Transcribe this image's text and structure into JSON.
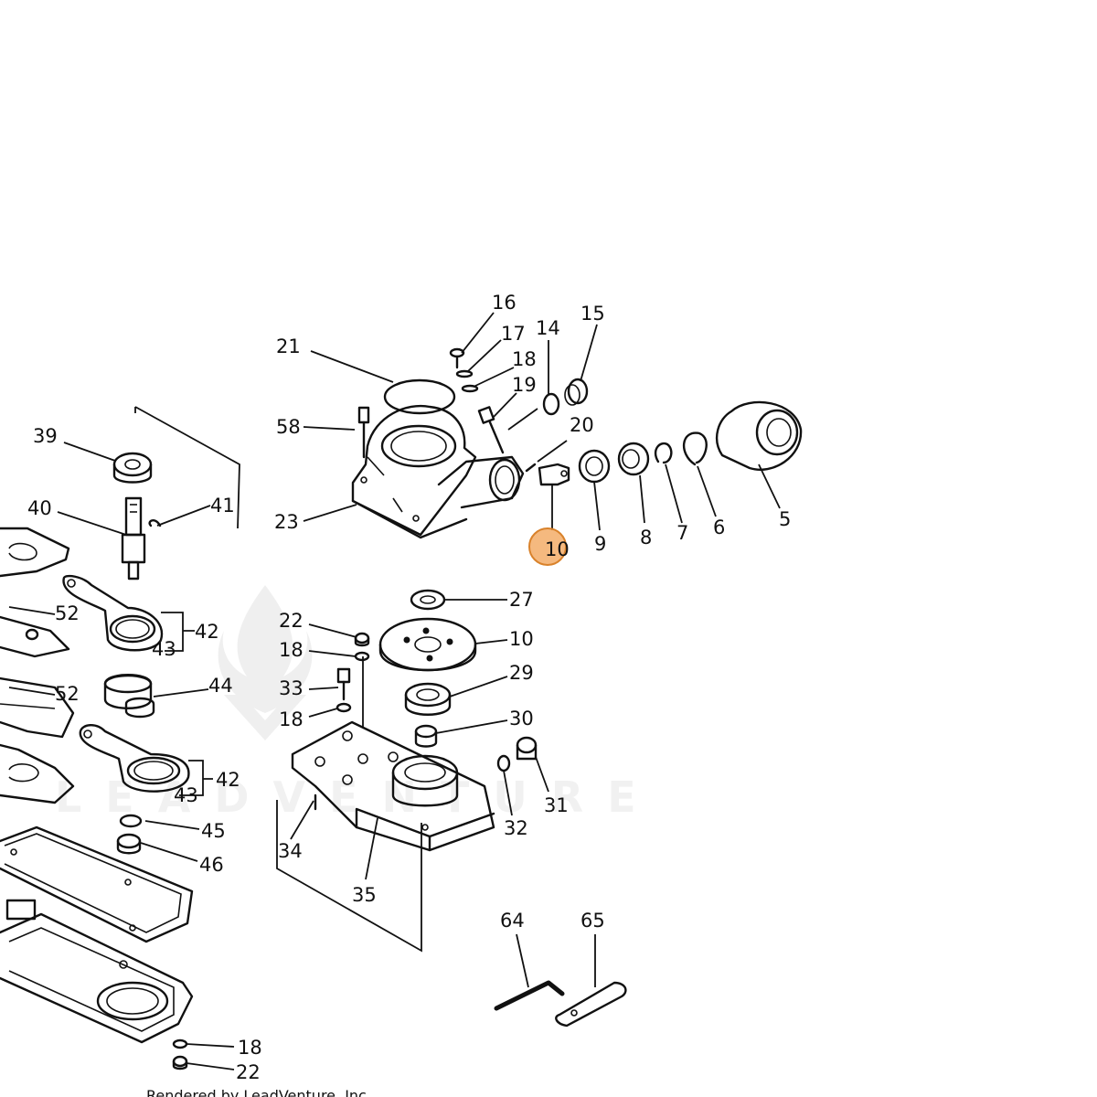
{
  "diagram": {
    "highlight_color": "#f2a154",
    "highlight_stroke": "#d9822b",
    "labels": {
      "l16": "16",
      "l17": "17",
      "l14": "14",
      "l15": "15",
      "l18a": "18",
      "l21": "21",
      "l19": "19",
      "l58": "58",
      "l20": "20",
      "l39": "39",
      "l41": "41",
      "l40": "40",
      "l23": "23",
      "l5": "5",
      "l9": "9",
      "l8": "8",
      "l7": "7",
      "l6": "6",
      "l10a": "10",
      "l52a": "52",
      "l42a": "42",
      "l43a": "43",
      "l22a": "22",
      "l27": "27",
      "l18b": "18",
      "l10b": "10",
      "l33": "33",
      "l29": "29",
      "l44": "44",
      "l52b": "52",
      "l18c": "18",
      "l30": "30",
      "l31": "31",
      "l42b": "42",
      "l43b": "43",
      "l32": "32",
      "l45": "45",
      "l34": "34",
      "l46": "46",
      "l35": "35",
      "l64": "64",
      "l65": "65",
      "l18d": "18",
      "l22b": "22"
    }
  },
  "watermark": {
    "text": "LEADVENTURE",
    "icon": "flame-v-logo-icon"
  },
  "footer": {
    "text": "Rendered by LeadVenture, Inc."
  }
}
